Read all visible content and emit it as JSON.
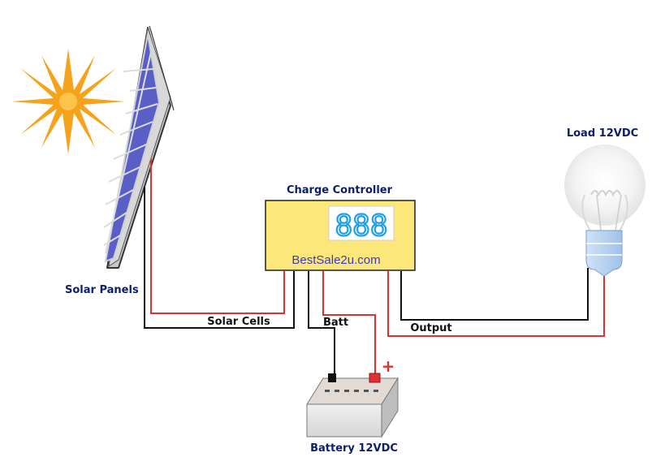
{
  "labels": {
    "solar_panels": "Solar Panels",
    "charge_controller": "Charge Controller",
    "controller_brand": "BestSale2u.com",
    "controller_display": "888",
    "load": "Load 12VDC",
    "battery": "Battery 12VDC",
    "wire_solar_cells": "Solar Cells",
    "wire_batt": "Batt",
    "wire_output": "Output",
    "battery_positive": "+"
  },
  "colors": {
    "wire_positive": "#e03030",
    "wire_negative": "#111111",
    "controller_body": "#fbe77a",
    "display_bg": "#ffffff",
    "display_digits": "#1ea0e6",
    "panel_cell": "#5a5fc8",
    "sun": "#f7a21b",
    "label_text": "#0b1f6e"
  },
  "icons": {
    "sun": "sun-icon",
    "bulb": "light-bulb-icon",
    "battery": "battery-icon",
    "panel": "solar-panel-icon"
  }
}
